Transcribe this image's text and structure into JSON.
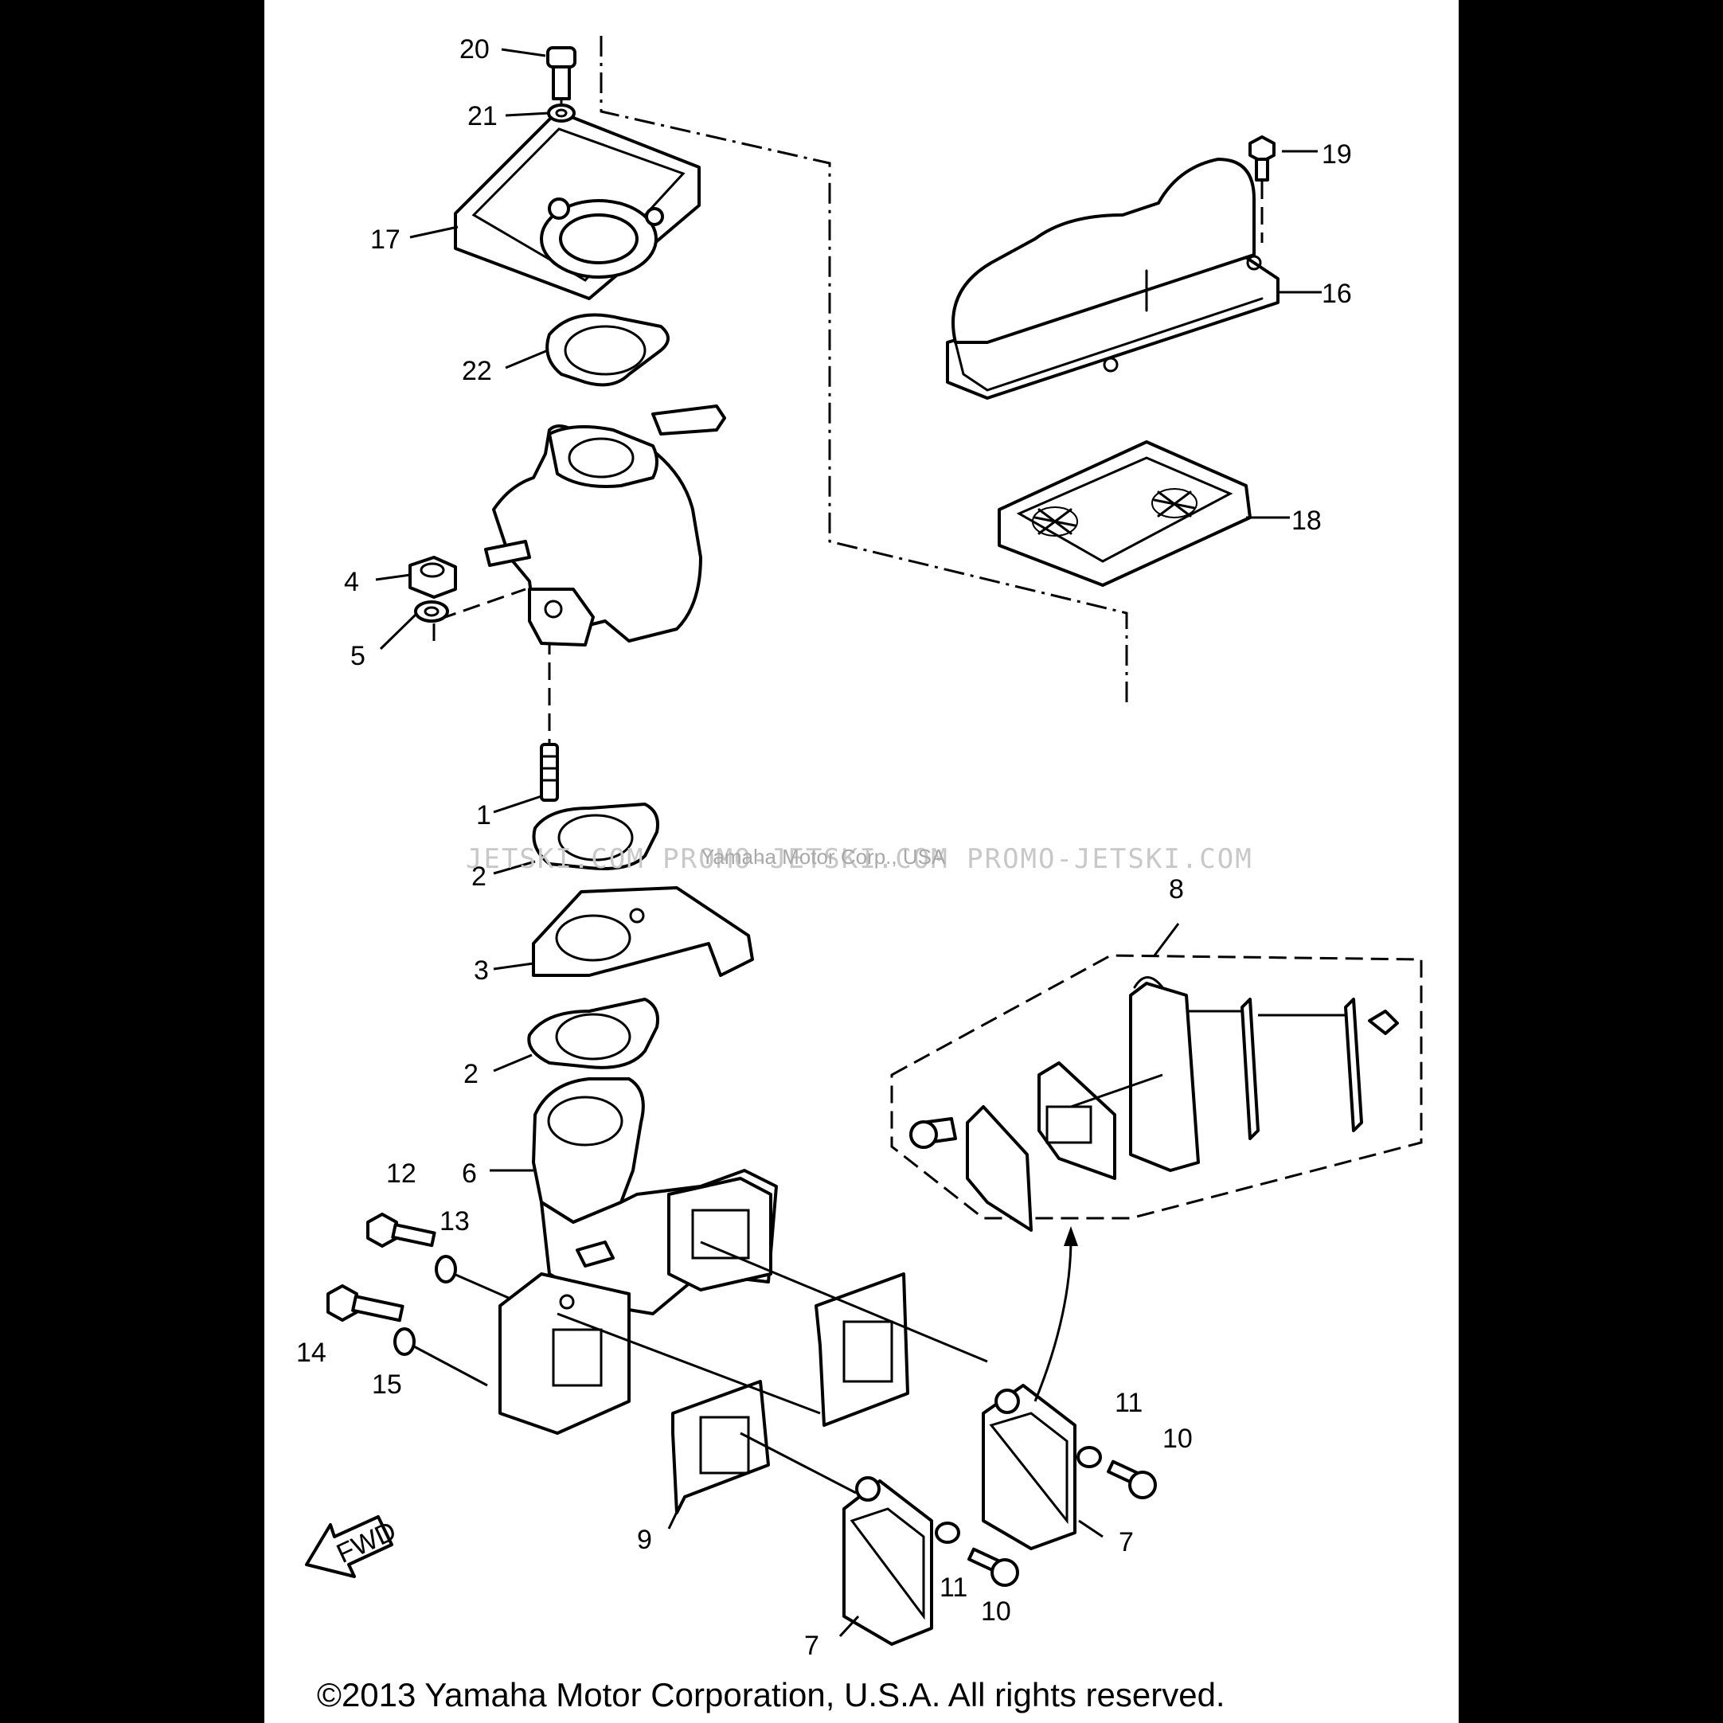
{
  "diagram": {
    "part_labels": [
      "1",
      "2",
      "2",
      "3",
      "4",
      "5",
      "6",
      "7",
      "7",
      "8",
      "9",
      "10",
      "10",
      "11",
      "11",
      "12",
      "13",
      "14",
      "15",
      "16",
      "17",
      "18",
      "19",
      "20",
      "21",
      "22"
    ],
    "watermark_brand": "JETSKI.COM  PROMO-JETSKI.COM  PROMO-JETSKI.COM",
    "watermark_owner": "Yamaha Motor Corp., USA",
    "copyright": "©2013 Yamaha Motor Corporation, U.S.A. All rights reserved.",
    "fwd_label": "FWD"
  },
  "colors": {
    "background": "#000000",
    "sheet": "#ffffff",
    "ink": "#000000"
  }
}
